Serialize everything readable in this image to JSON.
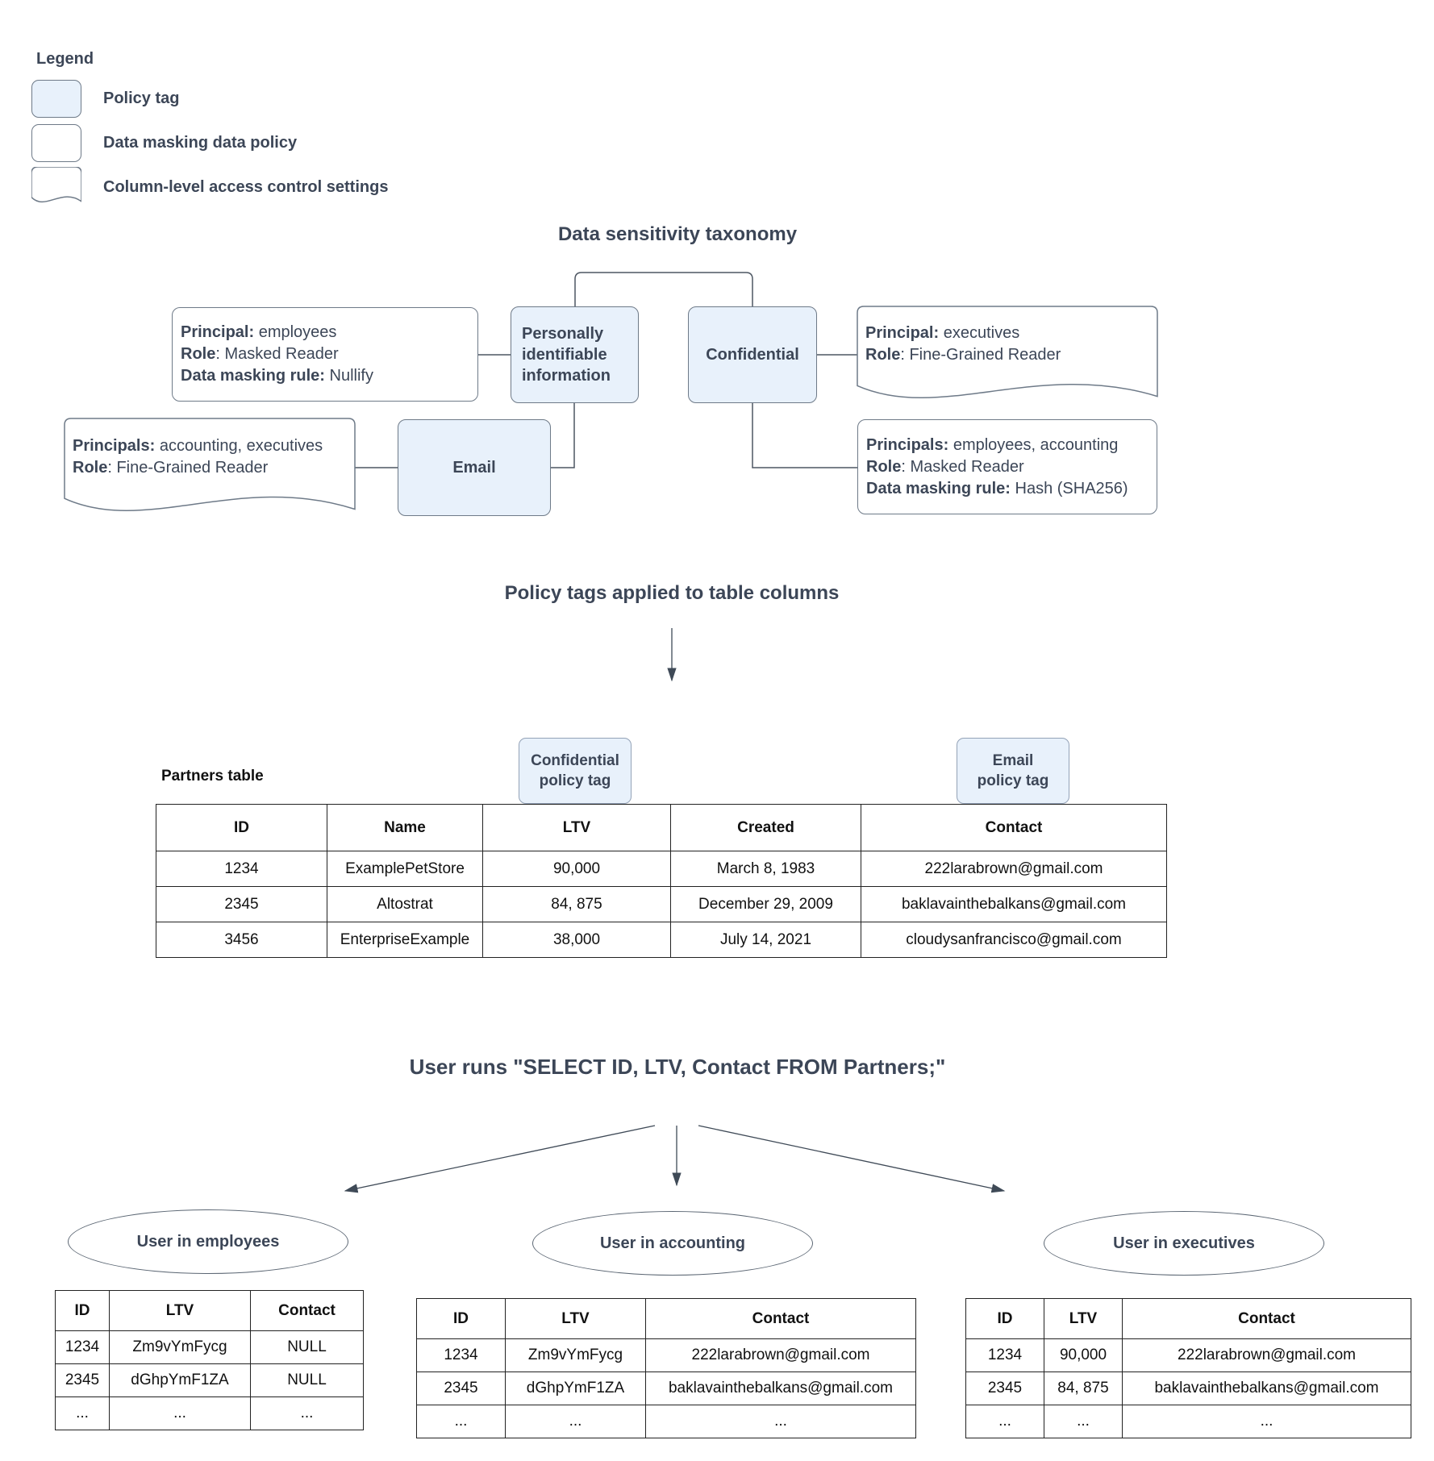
{
  "colors": {
    "policy_tag_fill": "#e8f1fb",
    "shape_border": "#6e7a88",
    "diagram_text": "#3c4657",
    "table_border": "#222222",
    "connector": "#3f4a57"
  },
  "legend": {
    "title": "Legend",
    "items": [
      {
        "shape": "policy-tag",
        "label": "Policy tag"
      },
      {
        "shape": "data-masking-policy",
        "label": "Data masking data policy"
      },
      {
        "shape": "column-access-control",
        "label": "Column-level access control settings"
      }
    ]
  },
  "taxonomy": {
    "title": "Data sensitivity taxonomy",
    "pii_label": "Personally identifiable information",
    "confidential_label": "Confidential",
    "email_label": "Email",
    "nullify_policy": {
      "lines": [
        {
          "label": "Principal:",
          "value": " employees"
        },
        {
          "label": "Role",
          "value": ": Masked Reader"
        },
        {
          "label": "Data masking rule:",
          "value": " Nullify"
        }
      ]
    },
    "executives_access": {
      "lines": [
        {
          "label": "Principal:",
          "value": " executives"
        },
        {
          "label": "Role",
          "value": ": Fine-Grained Reader"
        }
      ]
    },
    "accounting_executives_access": {
      "lines": [
        {
          "label": "Principals:",
          "value": " accounting, executives"
        },
        {
          "label": "Role",
          "value": ": Fine-Grained Reader"
        }
      ]
    },
    "hash_policy": {
      "lines": [
        {
          "label": "Principals:",
          "value": " employees, accounting"
        },
        {
          "label": "Role",
          "value": ": Masked Reader"
        },
        {
          "label": "Data masking rule:",
          "value": " Hash (SHA256)"
        }
      ]
    }
  },
  "policy_tags_section": {
    "title": "Policy tags applied to table columns",
    "partners_label": "Partners table",
    "confidential_tag_lines": [
      "Confidential",
      "policy tag"
    ],
    "email_tag_lines": [
      "Email",
      "policy tag"
    ],
    "partners_table": {
      "headers": [
        "ID",
        "Name",
        "LTV",
        "Created",
        "Contact"
      ],
      "rows": [
        [
          "1234",
          "ExamplePetStore",
          "90,000",
          "March 8, 1983",
          "222larabrown@gmail.com"
        ],
        [
          "2345",
          "Altostrat",
          "84, 875",
          "December 29, 2009",
          "baklavainthebalkans@gmail.com"
        ],
        [
          "3456",
          "EnterpriseExample",
          "38,000",
          "July 14, 2021",
          "cloudysanfrancisco@gmail.com"
        ]
      ]
    }
  },
  "query_section": {
    "title": "User runs \"SELECT ID, LTV, Contact FROM Partners;\"",
    "results": [
      {
        "group": "User in employees",
        "table": {
          "headers": [
            "ID",
            "LTV",
            "Contact"
          ],
          "rows": [
            [
              "1234",
              "Zm9vYmFycg",
              "NULL"
            ],
            [
              "2345",
              "dGhpYmF1ZA",
              "NULL"
            ],
            [
              "...",
              "...",
              "..."
            ]
          ]
        }
      },
      {
        "group": "User in accounting",
        "table": {
          "headers": [
            "ID",
            "LTV",
            "Contact"
          ],
          "rows": [
            [
              "1234",
              "Zm9vYmFycg",
              "222larabrown@gmail.com"
            ],
            [
              "2345",
              "dGhpYmF1ZA",
              "baklavainthebalkans@gmail.com"
            ],
            [
              "...",
              "...",
              "..."
            ]
          ]
        }
      },
      {
        "group": "User in executives",
        "table": {
          "headers": [
            "ID",
            "LTV",
            "Contact"
          ],
          "rows": [
            [
              "1234",
              "90,000",
              "222larabrown@gmail.com"
            ],
            [
              "2345",
              "84, 875",
              "baklavainthebalkans@gmail.com"
            ],
            [
              "...",
              "...",
              "..."
            ]
          ]
        }
      }
    ]
  }
}
